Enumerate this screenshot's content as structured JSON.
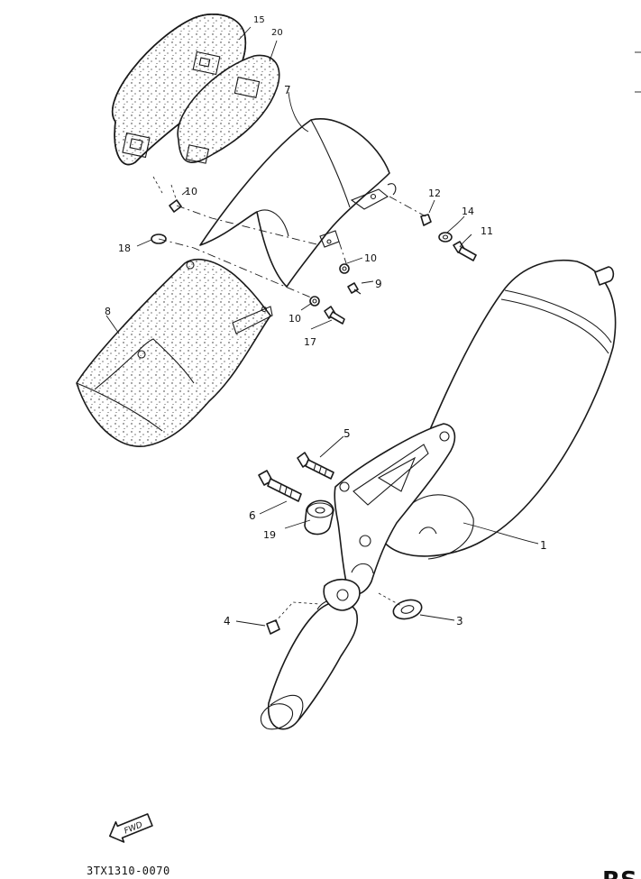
{
  "callouts": {
    "c1": "1",
    "c3": "3",
    "c4": "4",
    "c5": "5",
    "c6": "6",
    "c7": "7",
    "c8": "8",
    "c9": "9",
    "c10a": "10",
    "c10b": "10",
    "c10c": "10",
    "c11": "11",
    "c12": "12",
    "c14": "14",
    "c15": "15",
    "c17": "17",
    "c18": "18",
    "c19": "19",
    "c20": "20"
  },
  "fwd_label": "FWD",
  "diagram_code": "3TX1310-0070",
  "corner_text": "RS"
}
